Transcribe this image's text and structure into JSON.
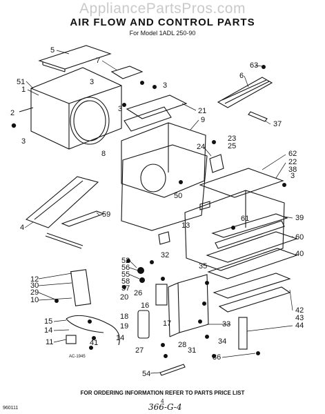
{
  "watermark": "AppliancePartsPros.com",
  "title": "AIR FLOW AND CONTROL PARTS",
  "subtitle": "For Model 1ADL 250-90",
  "footer_note": "FOR ORDERING INFORMATION REFER TO PARTS PRICE LIST",
  "doc_code": "960111",
  "page_number": "4",
  "handwritten_ref": "366-G-4",
  "ac_code": "AC-1945",
  "callouts": [
    "5",
    "7",
    "51",
    "1",
    "2",
    "3",
    "3",
    "3",
    "3",
    "63",
    "6",
    "21",
    "9",
    "37",
    "23",
    "25",
    "24",
    "8",
    "62",
    "22",
    "38",
    "3",
    "50",
    "39",
    "61",
    "13",
    "60",
    "40",
    "4",
    "59",
    "12",
    "30",
    "29",
    "10",
    "52",
    "56",
    "55",
    "58",
    "57",
    "32",
    "35",
    "26",
    "20",
    "16",
    "18",
    "17",
    "19",
    "15",
    "14",
    "11",
    "41",
    "14",
    "33",
    "42",
    "43",
    "44",
    "34",
    "36",
    "27",
    "28",
    "31",
    "54"
  ]
}
